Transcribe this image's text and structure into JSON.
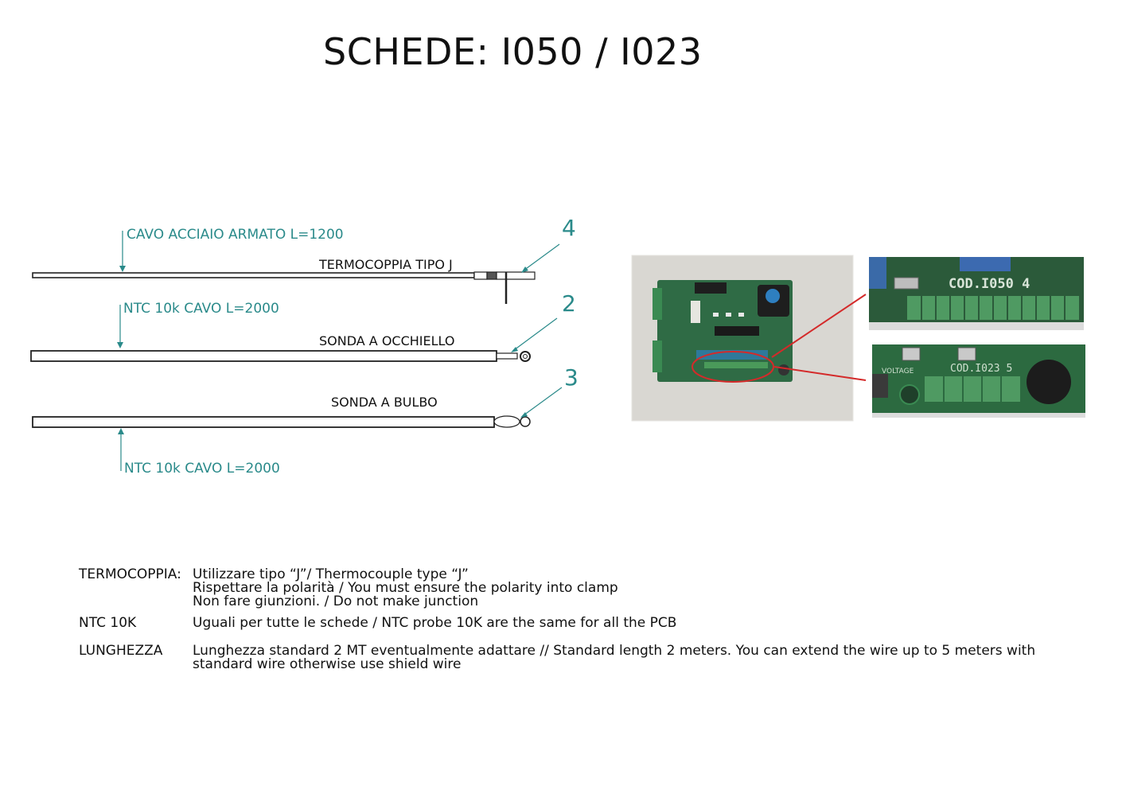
{
  "title": "SCHEDE: I050 / I023",
  "probes": [
    {
      "number": "4",
      "name": "TERMOCOPPIA TIPO J",
      "cable_label": "CAVO ACCIAIO ARMATO L=1200",
      "tip": "thermocouple"
    },
    {
      "number": "2",
      "name": "SONDA A OCCHIELLO",
      "cable_label": "NTC 10k CAVO L=2000",
      "tip": "eyelet"
    },
    {
      "number": "3",
      "name": "SONDA A BULBO",
      "cable_label": "NTC 10k CAVO L=2000",
      "tip": "bulb"
    }
  ],
  "photos": {
    "board_photo": "pcb-board-photo",
    "detail_top_label": "COD.I050 4",
    "detail_bottom_label": "COD.I023 5",
    "detail_bottom_sub": "VOLTAGE",
    "highlight_color": "#d42a2a"
  },
  "notes": [
    {
      "key": "TERMOCOPPIA:",
      "lines": [
        "Utilizzare tipo “J”/ Thermocouple type “J”",
        "Rispettare la polarità / You must ensure the polarity into clamp",
        "Non fare giunzioni. / Do not make junction"
      ]
    },
    {
      "key": "NTC 10K",
      "lines": [
        "Uguali per tutte le schede / NTC probe 10K are the same for all the PCB"
      ]
    },
    {
      "key": "LUNGHEZZA",
      "lines": [
        "Lunghezza standard 2 MT eventualmente adattare // Standard length 2 meters. You can extend the wire up to 5 meters with",
        "standard wire otherwise use shield wire"
      ]
    }
  ],
  "colors": {
    "annotation": "#2a8a8a",
    "highlight": "#d42a2a"
  }
}
